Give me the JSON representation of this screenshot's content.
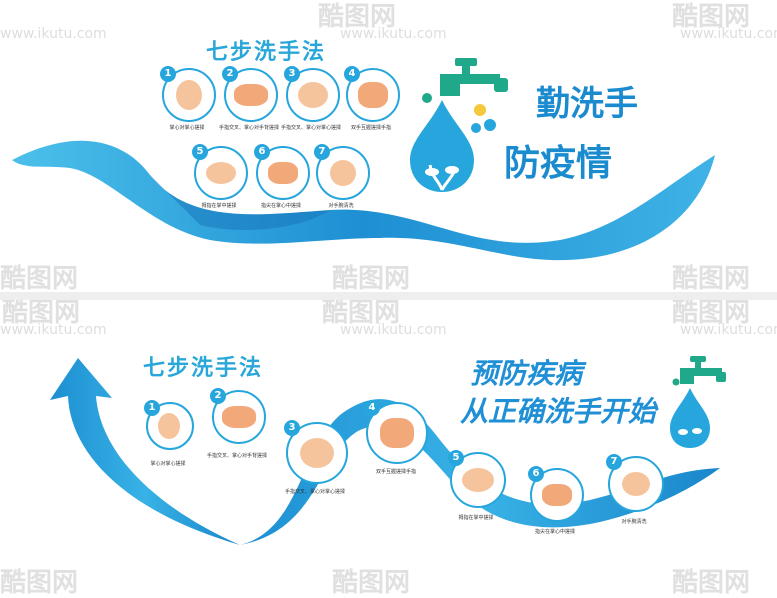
{
  "top": {
    "title": "七步洗手法",
    "slogan_line1": "勤洗手",
    "slogan_line2": "防疫情",
    "steps": [
      {
        "num": "1",
        "caption": "掌心对掌心搓揉"
      },
      {
        "num": "2",
        "caption": "手指交叉、掌心对手背搓揉"
      },
      {
        "num": "3",
        "caption": "手指交叉、掌心对掌心搓揉"
      },
      {
        "num": "4",
        "caption": "双手互握搓揉手指"
      },
      {
        "num": "5",
        "caption": "拇指在掌中搓揉"
      },
      {
        "num": "6",
        "caption": "指尖在掌心中搓揉"
      },
      {
        "num": "7",
        "caption": "对手腕清洗"
      }
    ]
  },
  "bottom": {
    "title": "七步洗手法",
    "slogan_line1": "预防疾病",
    "slogan_line2": "从正确洗手开始",
    "steps": [
      {
        "num": "1",
        "caption": "掌心对掌心搓揉"
      },
      {
        "num": "2",
        "caption": "手指交叉、掌心对手背搓揉"
      },
      {
        "num": "3",
        "caption": "手指交叉、掌心对掌心搓揉"
      },
      {
        "num": "4",
        "caption": "双手互握搓揉手指"
      },
      {
        "num": "5",
        "caption": "拇指在掌中搓揉"
      },
      {
        "num": "6",
        "caption": "指尖在掌心中搓揉"
      },
      {
        "num": "7",
        "caption": "对手腕清洗"
      }
    ]
  },
  "watermark": {
    "logo_text": "酷图网",
    "url": "www.ikutu.com"
  },
  "colors": {
    "primary_blue": "#26a6dc",
    "dark_blue": "#1b8bd0",
    "faucet_green": "#1fa88a",
    "skin": "#f6c49c",
    "bubble_yellow": "#f5c93c"
  }
}
